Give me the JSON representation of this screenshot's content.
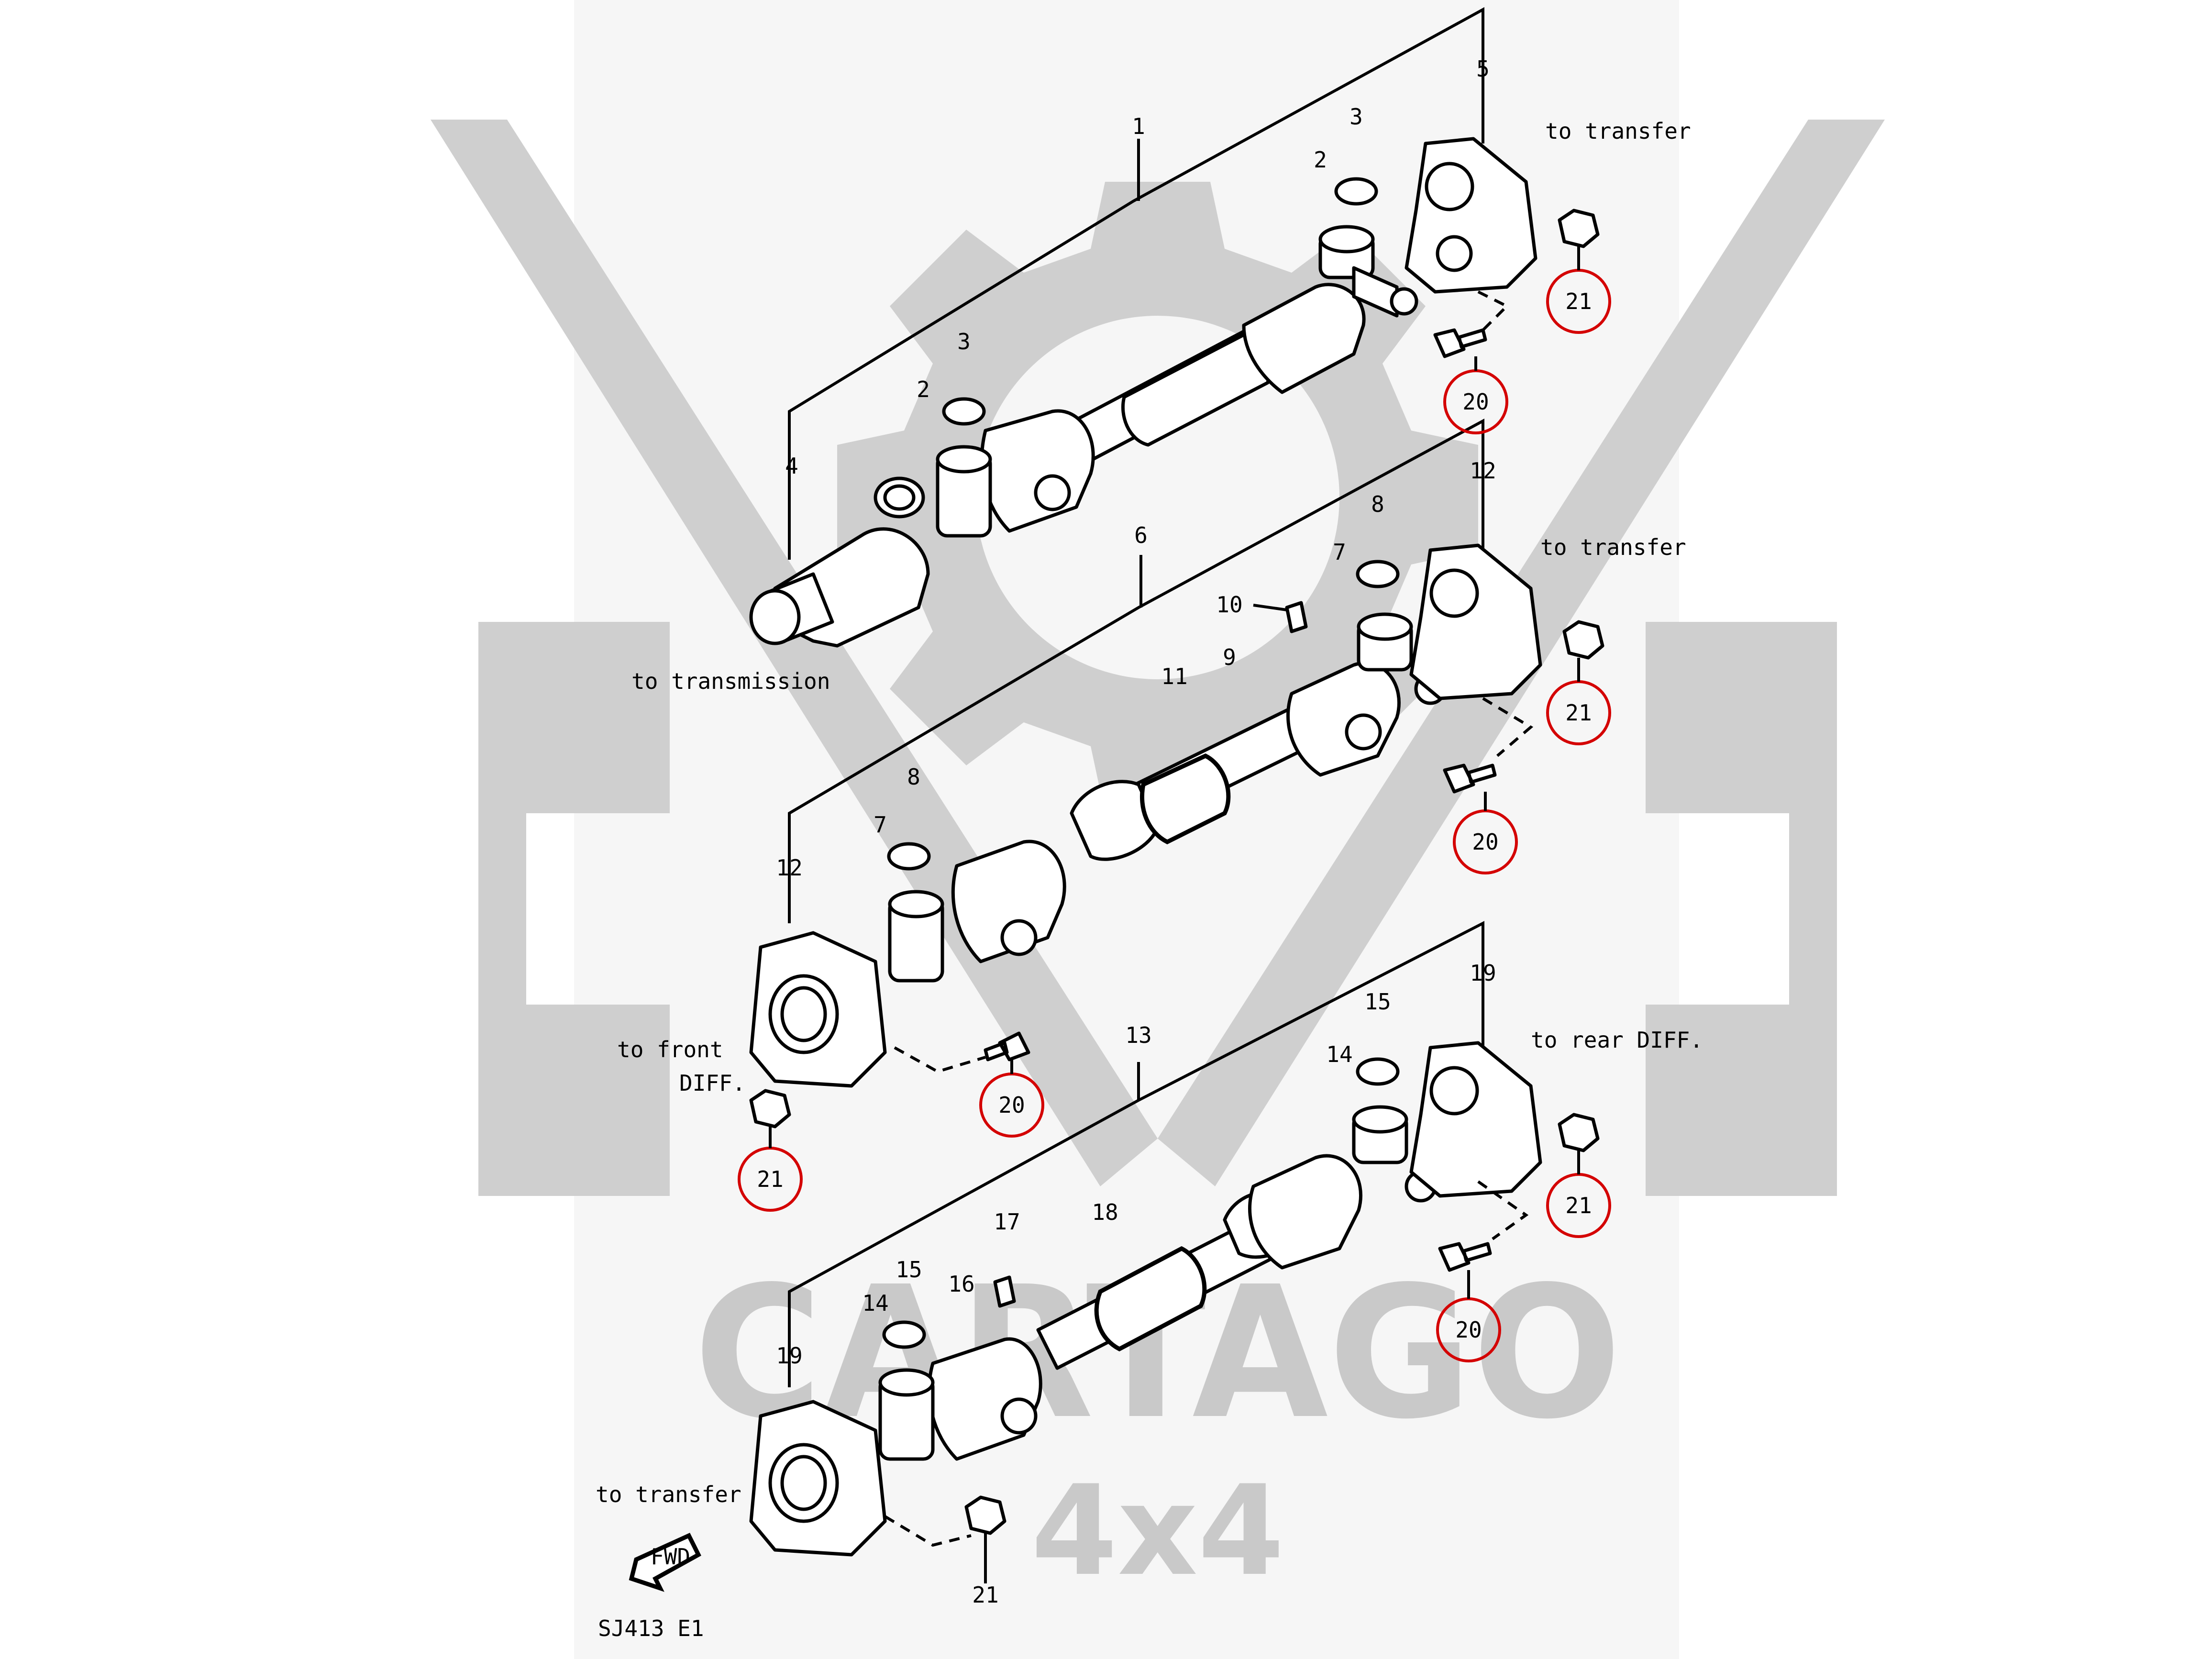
{
  "diagram": {
    "code": "SJ413 E1",
    "fwd_badge": "FWD",
    "watermark": {
      "brand": "CARTAGO",
      "sub": "4x4"
    },
    "colors": {
      "highlight": "#d40000",
      "watermark": "#cfcfcf",
      "line": "#000000"
    },
    "labels": {
      "to_transfer_1": "to transfer",
      "to_transmission": "to transmission",
      "to_transfer_2": "to transfer",
      "to_front_diff_1": "to front",
      "to_front_diff_2": "DIFF.",
      "to_rear_diff": "to rear DIFF.",
      "to_transfer_3": "to transfer"
    },
    "callouts": {
      "c1": "1",
      "c2a": "2",
      "c2b": "2",
      "c3a": "3",
      "c3b": "3",
      "c4": "4",
      "c5": "5",
      "c6": "6",
      "c7a": "7",
      "c7b": "7",
      "c8a": "8",
      "c8b": "8",
      "c9": "9",
      "c10": "10",
      "c11": "11",
      "c12a": "12",
      "c12b": "12",
      "c13": "13",
      "c14a": "14",
      "c14b": "14",
      "c15a": "15",
      "c15b": "15",
      "c16": "16",
      "c17": "17",
      "c18": "18",
      "c19a": "19",
      "c19b": "19",
      "c21f": "21"
    },
    "highlighted": {
      "h21a": "21",
      "h20a": "20",
      "h21b": "21",
      "h20b": "20",
      "h20c": "20",
      "h21c": "21",
      "h21d": "21",
      "h20d": "20"
    }
  }
}
